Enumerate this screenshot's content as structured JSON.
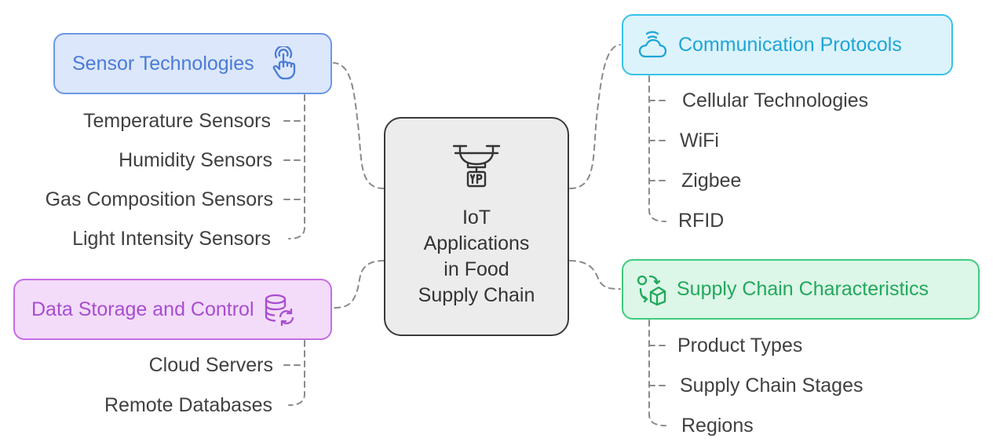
{
  "center": {
    "lines": [
      "IoT",
      "Applications",
      "in Food",
      "Supply Chain"
    ],
    "icon": "drone-icon"
  },
  "branches": {
    "sensor": {
      "title": "Sensor Technologies",
      "icon": "touch-hand-icon",
      "color": "#4a7bd6",
      "items": [
        "Temperature Sensors",
        "Humidity Sensors",
        "Gas Composition Sensors",
        "Light Intensity Sensors"
      ]
    },
    "comm": {
      "title": "Communication Protocols",
      "icon": "cloud-wifi-icon",
      "color": "#1fa5d6",
      "items": [
        "Cellular Technologies",
        "WiFi",
        "Zigbee",
        "RFID"
      ]
    },
    "storage": {
      "title": "Data Storage and Control",
      "icon": "database-sync-icon",
      "color": "#a84cd0",
      "items": [
        "Cloud Servers",
        "Remote Databases"
      ]
    },
    "supply": {
      "title": "Supply Chain Characteristics",
      "icon": "package-cycle-icon",
      "color": "#22a85c",
      "items": [
        "Product Types",
        "Supply Chain Stages",
        "Regions"
      ]
    }
  }
}
